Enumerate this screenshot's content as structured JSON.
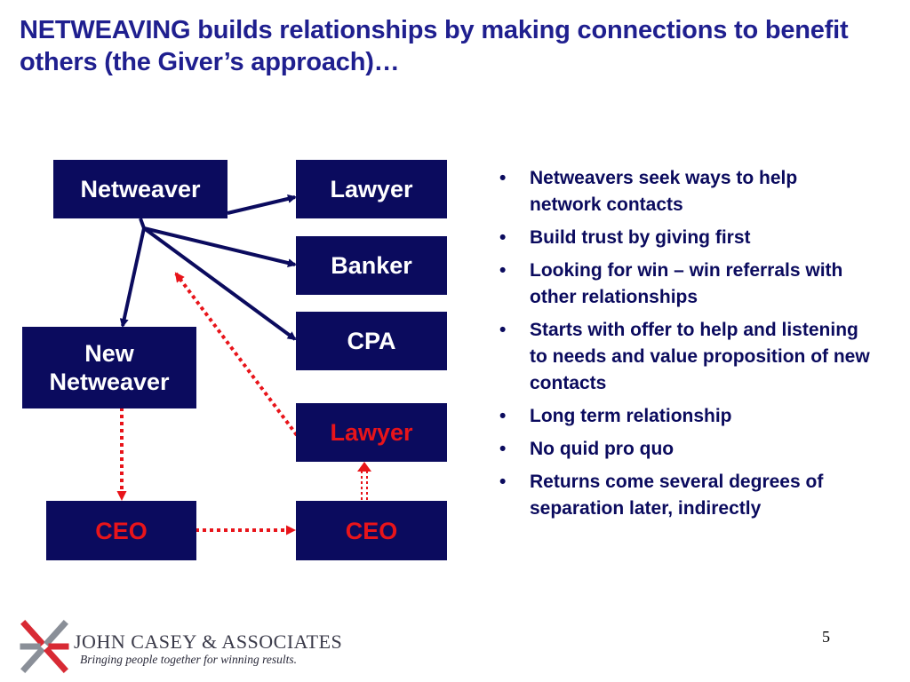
{
  "slide": {
    "title": "NETWEAVING builds relationships by making connections to benefit others (the Giver’s approach)…",
    "page_number": "5"
  },
  "diagram": {
    "nodes": {
      "netweaver": "Netweaver",
      "lawyer": "Lawyer",
      "banker": "Banker",
      "cpa": "CPA",
      "new_netweaver_line1": "New",
      "new_netweaver_line2": "Netweaver",
      "lawyer_red": "Lawyer",
      "ceo_left": "CEO",
      "ceo_right": "CEO"
    },
    "colors": {
      "box_fill": "#0b0b5e",
      "solid_arrow": "#0b0b5e",
      "dotted_arrow": "#e8141a",
      "title_text": "#1f1f8f"
    }
  },
  "bullets": [
    "Netweavers seek ways to help network contacts",
    "Build trust by giving first",
    "Looking for win – win referrals with other relationships",
    "Starts with offer to help and listening to needs and value proposition of new contacts",
    "Long term relationship",
    "No quid pro quo",
    "Returns come several degrees of separation later, indirectly"
  ],
  "bullet_glyph": "•",
  "footer": {
    "company_name": "JOHN CASEY & ASSOCIATES",
    "tagline": "Bringing people together for winning results.",
    "logo_icon": "arrows-logo-icon"
  }
}
